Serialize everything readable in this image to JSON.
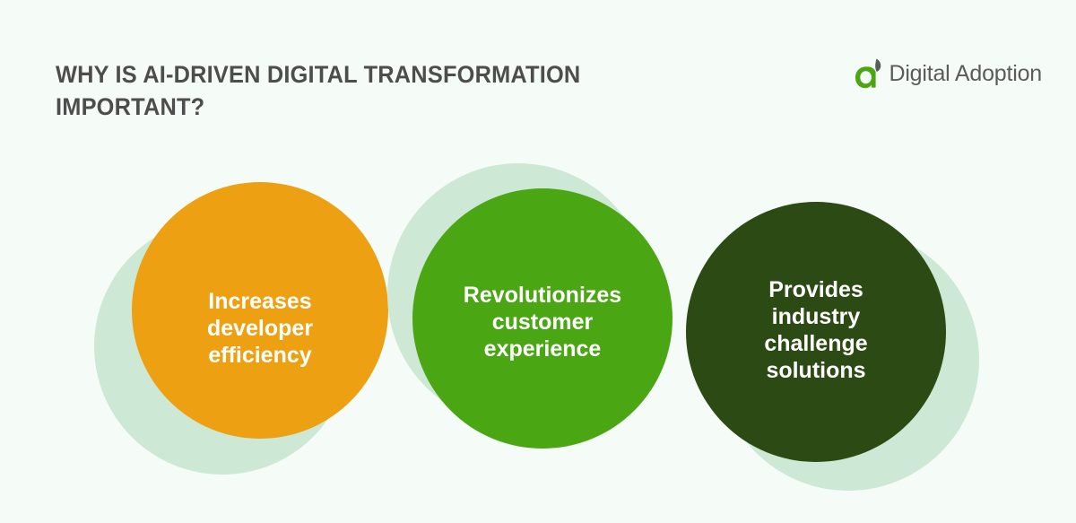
{
  "background_color": "#f5fcf8",
  "header": {
    "title": "WHY IS AI-DRIVEN DIGITAL TRANSFORMATION IMPORTANT?",
    "title_color": "#4d4d4d"
  },
  "logo": {
    "mark_icon": "digital-adoption-leaf-a-icon",
    "mark_color": "#4ba614",
    "leaf_color": "#5b5b5b",
    "text": "Digital Adoption",
    "text_color": "#5b5b5b"
  },
  "diagram": {
    "shadow_color": "#cde9d5",
    "nodes": [
      {
        "id": "increases-developer-efficiency",
        "label": "Increases\ndeveloper\nefficiency",
        "color": "#eda012",
        "text_color": "#ffffff"
      },
      {
        "id": "revolutionizes-customer-experience",
        "label": "Revolutionizes\ncustomer\nexperience",
        "color": "#4ba614",
        "text_color": "#ffffff"
      },
      {
        "id": "provides-industry-challenge-solutions",
        "label": "Provides\nindustry\nchallenge\nsolutions",
        "color": "#2c4a13",
        "text_color": "#ffffff"
      }
    ]
  }
}
